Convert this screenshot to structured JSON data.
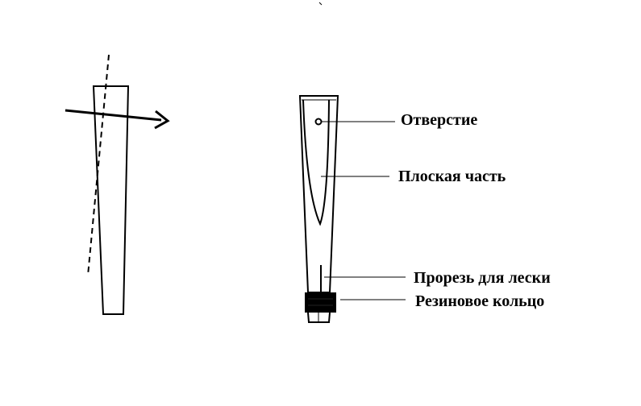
{
  "diagram": {
    "labels": {
      "hole": "Отверстие",
      "flat_part": "Плоская часть",
      "line_slot": "Прорезь для лески",
      "rubber_ring": "Резиновое кольцо"
    }
  },
  "colors": {
    "ink": "#000000",
    "background": "#ffffff"
  },
  "icons": {
    "arrow": "arrow-right-icon"
  }
}
